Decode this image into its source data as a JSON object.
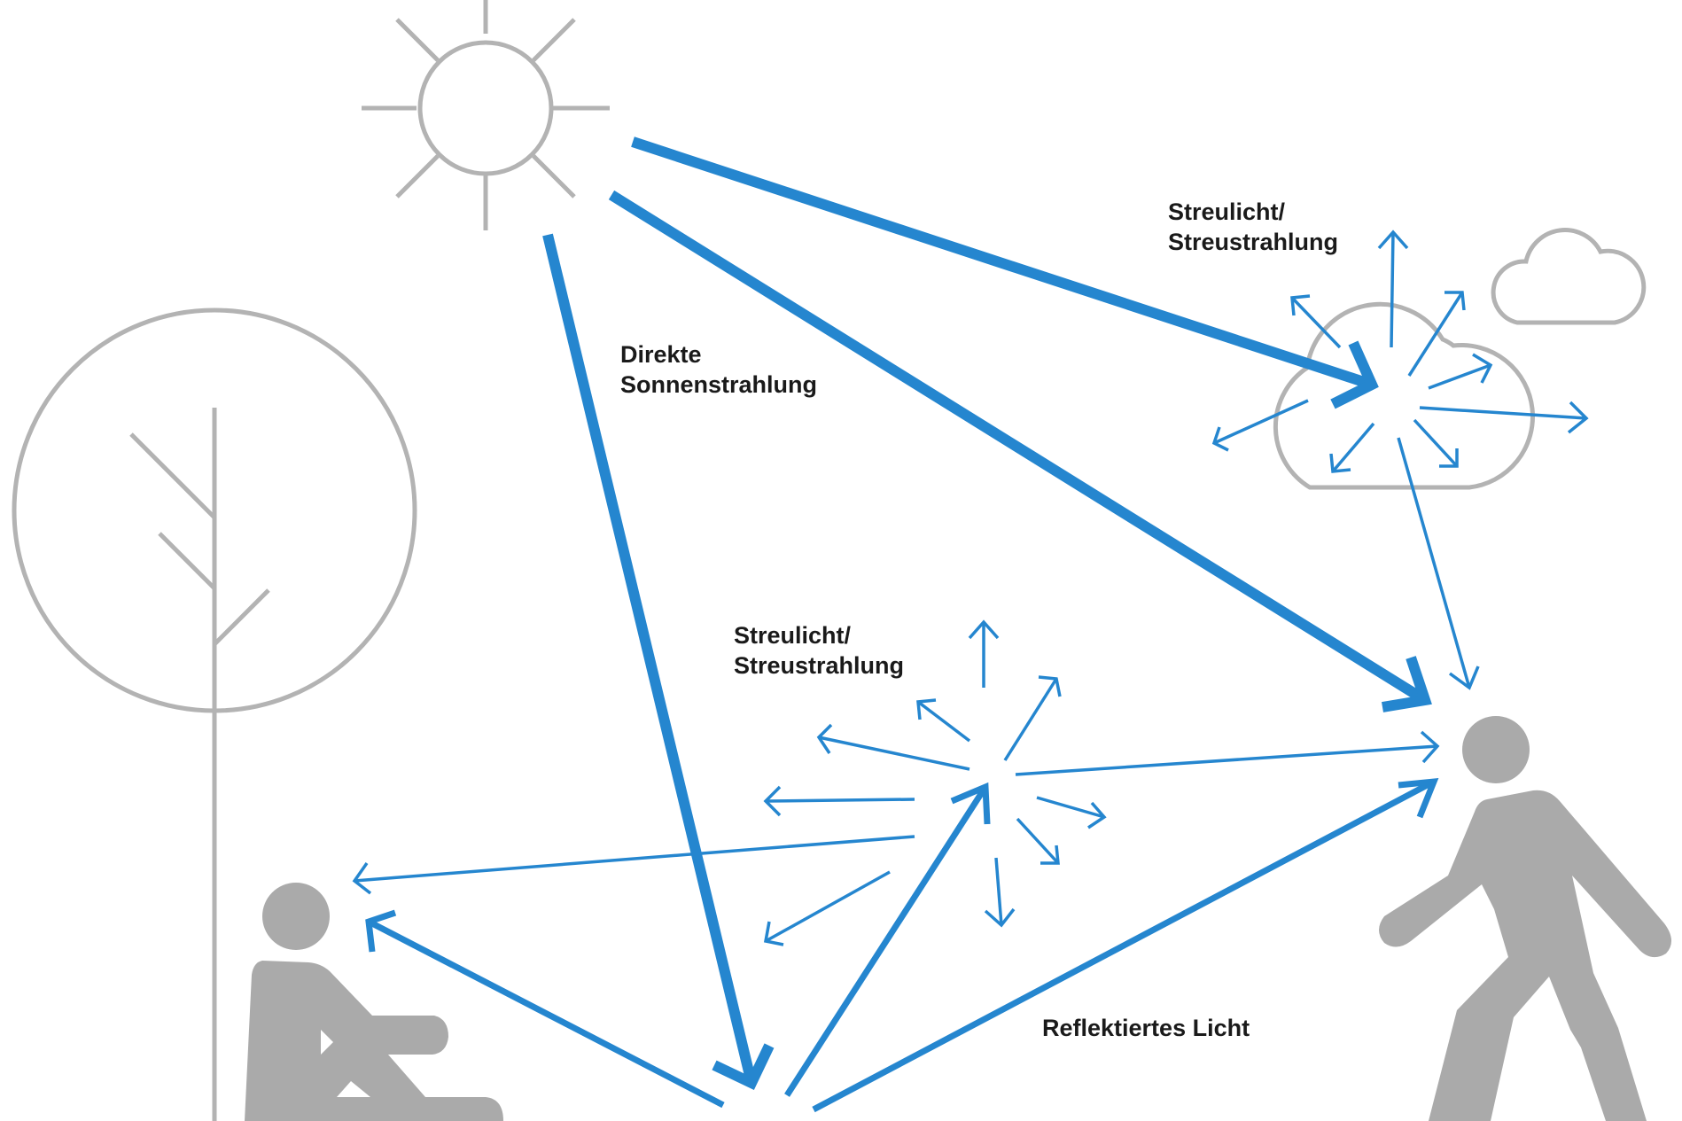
{
  "labels": {
    "direkte_line1": "Direkte",
    "direkte_line2": "Sonnenstrahlung",
    "streu_cloud_line1": "Streulicht/",
    "streu_cloud_line2": "Streustrahlung",
    "streu_ground_line1": "Streulicht/",
    "streu_ground_line2": "Streustrahlung",
    "reflektiert": "Reflektiertes Licht"
  },
  "colors": {
    "arrow": "#2586cf",
    "outline": "#b3b3b3",
    "figure": "#aaaaaa",
    "text": "#1a1a1a"
  },
  "icons": [
    "sun-icon",
    "tree-icon",
    "cloud-icon",
    "cloud-small-icon",
    "sitting-person-icon",
    "walking-person-icon"
  ]
}
